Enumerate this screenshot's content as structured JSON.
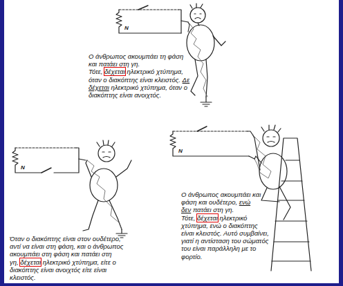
{
  "diagram": {
    "labels": [
      "N",
      "Ο άνθρωπος ακουμπάει τη φάση και πατάει στη γη. Τότε,",
      "δέχεται",
      "ηλεκτρικό χτύπημα, όταν ο διακόπτης είναι κλειστός.",
      "Δε δέχεται",
      "ηλεκτρικό χτύπημα, όταν ο διακόπτης είναι ανοιχτός.",
      "N",
      "Όταν ο διακόπτης είναι στον ουδέτερο, αντί να είναι στη φάση, και ο άνθρωπος ακουμπάει στη φάση και πατάει στη γη,",
      "δέχεται",
      "ηλεκτρικό χτύπημα, είτε ο διακόπτης είναι ανοιχτός είτε είναι κλειστός.",
      "N",
      "Ο άνθρωπος ακουμπάει και φάση και ουδέτερο,",
      "ενώ δεν",
      "πατάει στη γη. Τότε,",
      "δέχεται",
      "ηλεκτρικό χτύπημα, ενώ ο διακόπτης είναι κλειστός. Αυτό συμβαίνει, γιατί η αντίσταση του σώματός του είναι παράλληλη με το φορτίο."
    ]
  }
}
